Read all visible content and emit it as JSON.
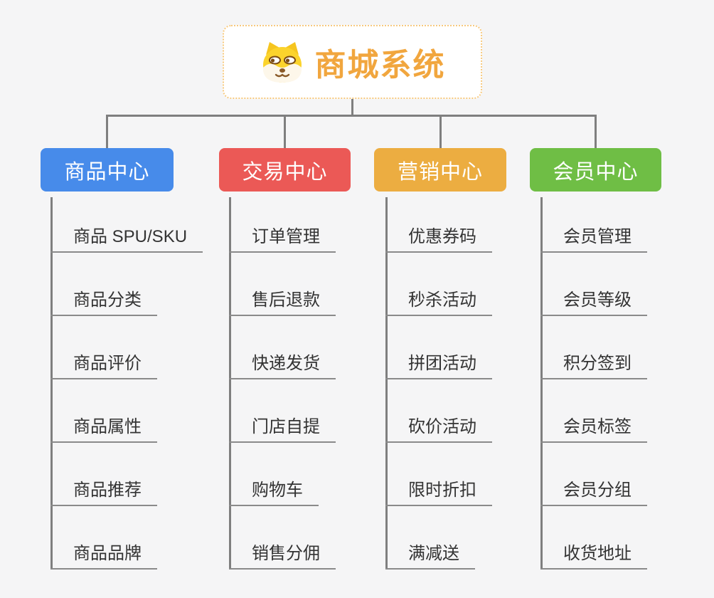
{
  "root": {
    "label": "商城系统",
    "icon": "shiba-dog-icon"
  },
  "branches": [
    {
      "label": "商品中心",
      "color": "#478BEA",
      "children": [
        "商品 SPU/SKU",
        "商品分类",
        "商品评价",
        "商品属性",
        "商品推荐",
        "商品品牌"
      ]
    },
    {
      "label": "交易中心",
      "color": "#EB5956",
      "children": [
        "订单管理",
        "售后退款",
        "快递发货",
        "门店自提",
        "购物车",
        "销售分佣"
      ]
    },
    {
      "label": "营销中心",
      "color": "#ECAD41",
      "children": [
        "优惠券码",
        "秒杀活动",
        "拼团活动",
        "砍价活动",
        "限时折扣",
        "满减送"
      ]
    },
    {
      "label": "会员中心",
      "color": "#6FBE45",
      "children": [
        "会员管理",
        "会员等级",
        "积分签到",
        "会员标签",
        "会员分组",
        "收货地址"
      ]
    }
  ],
  "colors": {
    "background": "#F5F5F6",
    "connector": "#7F7F7F",
    "underline": "#8A8A8A",
    "root_text": "#F1A63E",
    "root_border": "#F7C97E",
    "child_text": "#333333"
  }
}
